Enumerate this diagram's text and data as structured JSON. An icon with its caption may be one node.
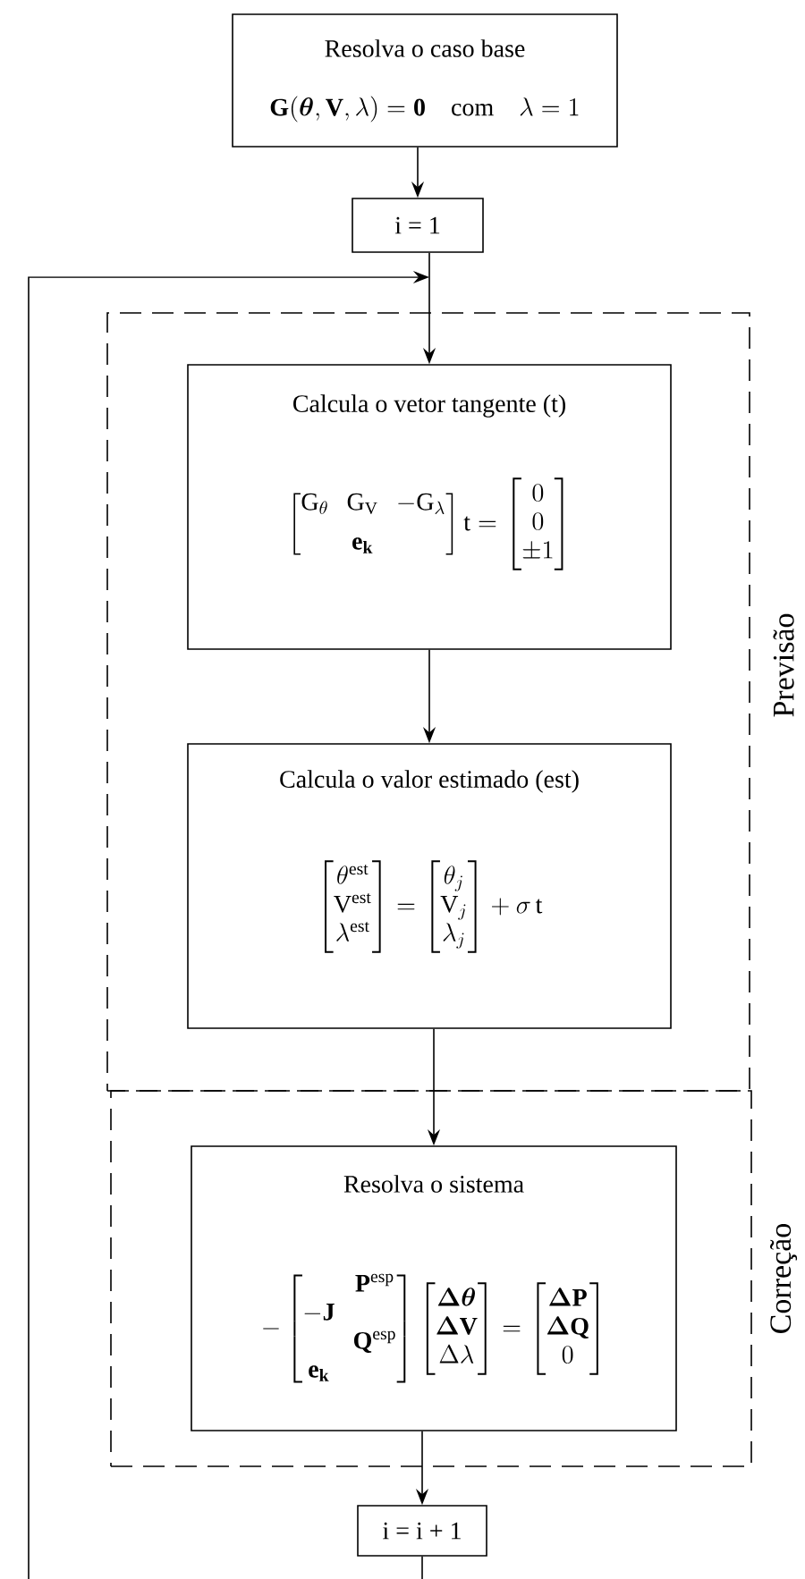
{
  "diagram": {
    "nodes": [
      {
        "text": [
          "Resolva o caso base",
          "\\mathbf{G}(\\boldsymbol{\\theta},\\mathbf{V},\\lambda)=\\mathbf{0}\\quad\\text{com}\\quad\\lambda=1"
        ]
      },
      {
        "text": [
          "i = 1"
        ]
      },
      {
        "text": [
          "Previsão"
        ]
      },
      {
        "text": [
          "Calcula o vetor tangente (t)",
          "\\begin{bmatrix} \\mathrm{G}_\\theta & \\mathrm{G}_\\mathrm{V} & -\\mathrm{G}_\\lambda \\\\[6pt] & \\mathbf{e_k} & \\end{bmatrix} \\mathrm{t} = \\begin{bmatrix} 0 \\\\ 0 \\\\ \\pm 1 \\end{bmatrix}"
        ],
        "in": 2
      },
      {
        "text": [
          "Calcula o valor estimado (est)",
          "\\begin{bmatrix} \\theta^{\\mathrm{est}} \\\\ \\mathrm{V}^{\\mathrm{est}} \\\\ \\lambda^{\\mathrm{est}} \\end{bmatrix} = \\begin{bmatrix} \\theta_j \\\\ \\mathrm{V}_j \\\\ \\lambda_j \\end{bmatrix} + \\sigma\\,\\mathrm{t}"
        ],
        "in": 2
      },
      {
        "text": [
          "Correção"
        ]
      },
      {
        "text": [
          "Resolva o sistema",
          "-\\begin{bmatrix} & \\mathbf{P}^{\\mathrm{esp}} \\\\ -\\mathbf{J} & \\\\ & \\mathbf{Q}^{\\mathrm{esp}} \\\\ \\mathbf{e_k} & \\end{bmatrix} \\begin{bmatrix} \\boldsymbol{\\Delta\\theta} \\\\ \\boldsymbol{\\Delta}\\mathbf{V} \\\\ \\Delta\\lambda \\end{bmatrix} = \\begin{bmatrix} \\boldsymbol{\\Delta}\\mathbf{P} \\\\ \\boldsymbol{\\Delta}\\mathbf{Q} \\\\ 0 \\end{bmatrix}"
        ],
        "in": 5
      },
      {
        "text": [
          "i = i + 1"
        ]
      }
    ],
    "edges": [
      {
        "from": 0,
        "to": 1,
        "arrow": "to"
      },
      {
        "from": 1,
        "to": 3,
        "arrow": "to"
      },
      {
        "from": null,
        "to": 3,
        "arrow": "to"
      },
      {
        "from": 3,
        "to": 4,
        "arrow": "to"
      },
      {
        "from": 4,
        "to": 6,
        "arrow": "to"
      },
      {
        "from": 6,
        "to": 7,
        "arrow": "to"
      },
      {
        "from": 7,
        "to": null,
        "arrow": "none"
      }
    ]
  }
}
